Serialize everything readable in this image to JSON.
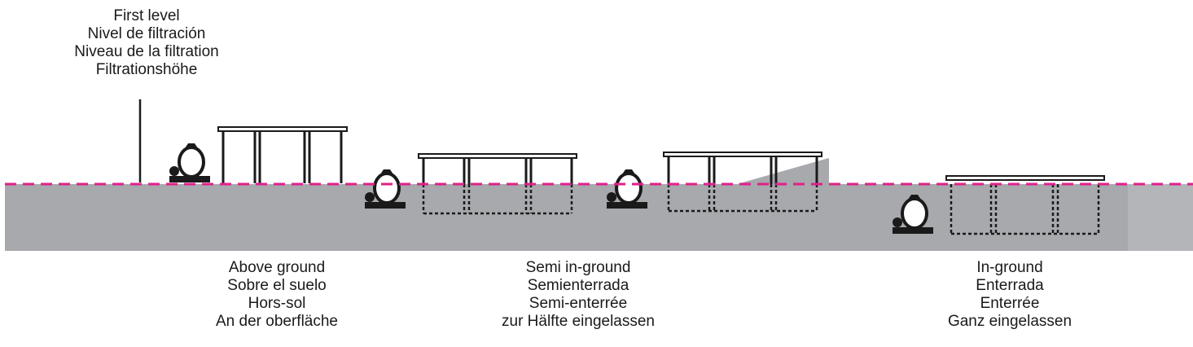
{
  "level_caption": {
    "lines": [
      "First level",
      "Nivel de filtración",
      "Niveau de la filtration",
      "Filtrationshöhe"
    ]
  },
  "installations": [
    {
      "key": "above",
      "lines": [
        "Above ground",
        "Sobre el suelo",
        "Hors-sol",
        "An der oberfläche"
      ]
    },
    {
      "key": "semi",
      "lines": [
        "Semi in-ground",
        "Semienterrada",
        "Semi-enterrée",
        "zur Hälfte eingelassen"
      ]
    },
    {
      "key": "inground",
      "lines": [
        "In-ground",
        "Enterrada",
        "Enterrée",
        "Ganz eingelassen"
      ]
    }
  ],
  "colors": {
    "ground": "#a7a9ac",
    "ground_right": "#b3b5b8",
    "water_line": "#e0218a",
    "outline": "#1a1a1a",
    "pump_fill": "#ffffff"
  }
}
